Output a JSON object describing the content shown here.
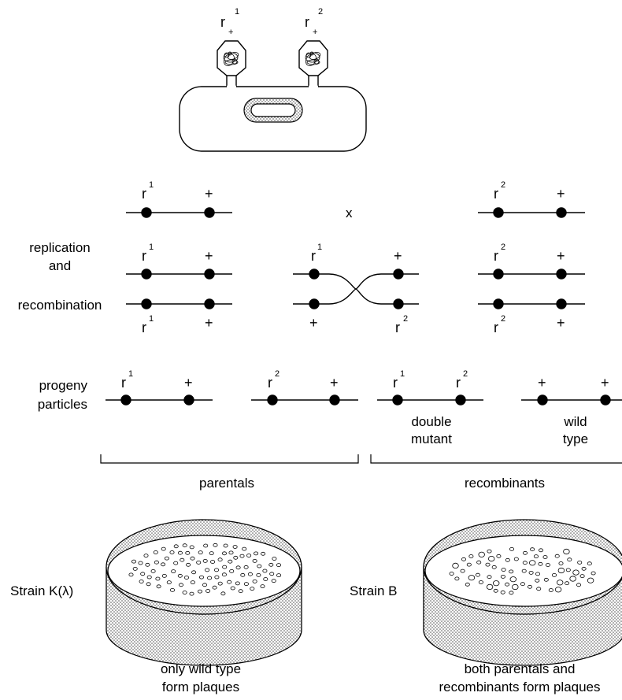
{
  "phage_labels": {
    "left": "r",
    "left_sub": "+",
    "left_sup": "1",
    "right": "r",
    "right_sub": "+",
    "right_sup": "2"
  },
  "cross": {
    "parent1": {
      "a": "r",
      "a_sup": "1",
      "b": "+"
    },
    "symbol": "x",
    "parent2": {
      "a": "r",
      "a_sup": "2",
      "b": "+"
    }
  },
  "replication": {
    "label_lines": [
      "replication",
      "and",
      "recombination"
    ],
    "left_top": {
      "a": "r",
      "a_sup": "1",
      "b": "+"
    },
    "left_bottom": {
      "a": "r",
      "a_sup": "1",
      "b": "+"
    },
    "mid_top": {
      "a": "r",
      "a_sup": "1",
      "b": "+"
    },
    "mid_bottom": {
      "a": "+",
      "b": "r",
      "b_sup": "2"
    },
    "right_top": {
      "a": "r",
      "a_sup": "2",
      "b": "+"
    },
    "right_bottom": {
      "a": "r",
      "a_sup": "2",
      "b": "+"
    }
  },
  "progeny": {
    "label_lines": [
      "progeny",
      "particles"
    ],
    "p1": {
      "a": "r",
      "a_sup": "1",
      "b": "+"
    },
    "p2": {
      "a": "r",
      "a_sup": "2",
      "b": "+"
    },
    "p3": {
      "a": "r",
      "a_sup": "1",
      "b": "r",
      "b_sup": "2",
      "caption": [
        "double",
        "mutant"
      ]
    },
    "p4": {
      "a": "+",
      "b": "+",
      "caption": [
        "wild",
        "type"
      ]
    }
  },
  "groups": {
    "parentals": "parentals",
    "recombinants": "recombinants"
  },
  "plates": {
    "left": {
      "strain": "Strain K(λ)",
      "caption": [
        "only wild type",
        "form plaques"
      ]
    },
    "right": {
      "strain": "Strain B",
      "caption": [
        "both parentals and",
        "recombinants form plaques"
      ]
    }
  }
}
